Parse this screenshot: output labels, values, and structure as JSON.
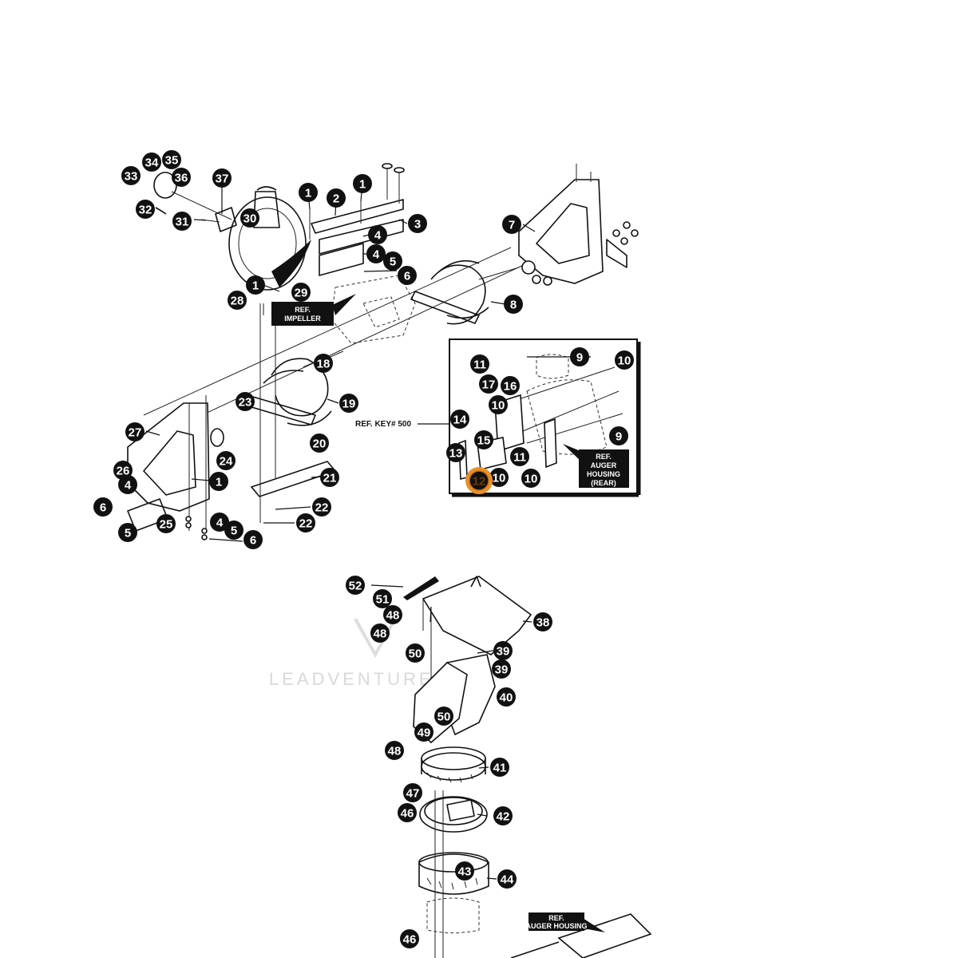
{
  "watermark": "LEADVENTURE",
  "highlight_color": "#e8902a",
  "callout_color": "#111111",
  "refs": {
    "impeller": [
      "REF.",
      "IMPELLER"
    ],
    "key500": "REF. KEY# 500",
    "auger_rear": [
      "REF.",
      "AUGER",
      "HOUSING",
      "(REAR)"
    ],
    "auger_housing": [
      "REF.",
      "AUGER HOUSING"
    ]
  },
  "callouts": {
    "c1a": "1",
    "c1b": "1",
    "c1c": "1",
    "c1d": "1",
    "c2": "2",
    "c3": "3",
    "c4a": "4",
    "c4b": "4",
    "c4c": "4",
    "c4d": "4",
    "c5a": "5",
    "c5b": "5",
    "c5c": "5",
    "c6a": "6",
    "c6b": "6",
    "c6c": "6",
    "c7": "7",
    "c8": "8",
    "c9a": "9",
    "c9b": "9",
    "c10a": "10",
    "c10b": "10",
    "c10c": "10",
    "c10d": "10",
    "c11a": "11",
    "c11b": "11",
    "c12": "12",
    "c13": "13",
    "c14": "14",
    "c15": "15",
    "c16": "16",
    "c17": "17",
    "c18": "18",
    "c19": "19",
    "c20": "20",
    "c21": "21",
    "c22a": "22",
    "c22b": "22",
    "c23": "23",
    "c24": "24",
    "c25": "25",
    "c26": "26",
    "c27": "27",
    "c28": "28",
    "c29": "29",
    "c30": "30",
    "c31": "31",
    "c32": "32",
    "c33": "33",
    "c34": "34",
    "c35": "35",
    "c36": "36",
    "c37": "37",
    "c38": "38",
    "c39a": "39",
    "c39b": "39",
    "c40": "40",
    "c41": "41",
    "c42": "42",
    "c43": "43",
    "c44": "44",
    "c46a": "46",
    "c46b": "46",
    "c47": "47",
    "c48a": "48",
    "c48b": "48",
    "c48c": "48",
    "c49": "49",
    "c50a": "50",
    "c50b": "50",
    "c51": "51",
    "c52": "52"
  }
}
